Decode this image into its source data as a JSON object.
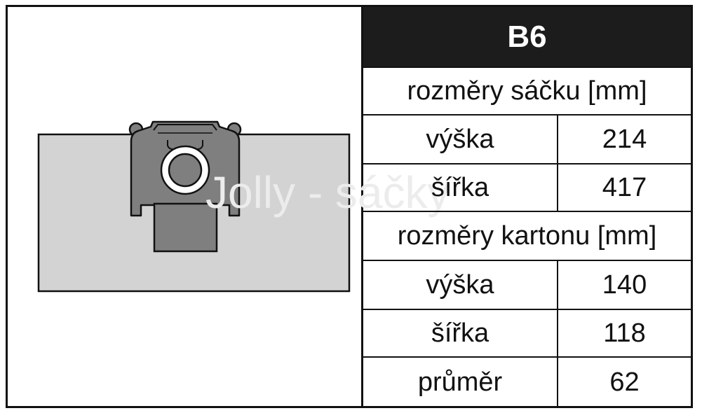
{
  "title": "B6",
  "watermark": "Jolly - sáčky",
  "bag_size": {
    "header": "rozměry sáčku [mm]",
    "rows": [
      {
        "label": "výška",
        "value": "214"
      },
      {
        "label": "šířka",
        "value": "417"
      }
    ]
  },
  "carton_size": {
    "header": "rozměry kartonu [mm]",
    "rows": [
      {
        "label": "výška",
        "value": "140"
      },
      {
        "label": "šířka",
        "value": "118"
      },
      {
        "label": "průměr",
        "value": "62"
      }
    ]
  },
  "colors": {
    "bag_fill": "#d3d3d3",
    "carton_fill": "#7f7f7f",
    "outline": "#111111",
    "title_bg": "#1c1c1c"
  }
}
